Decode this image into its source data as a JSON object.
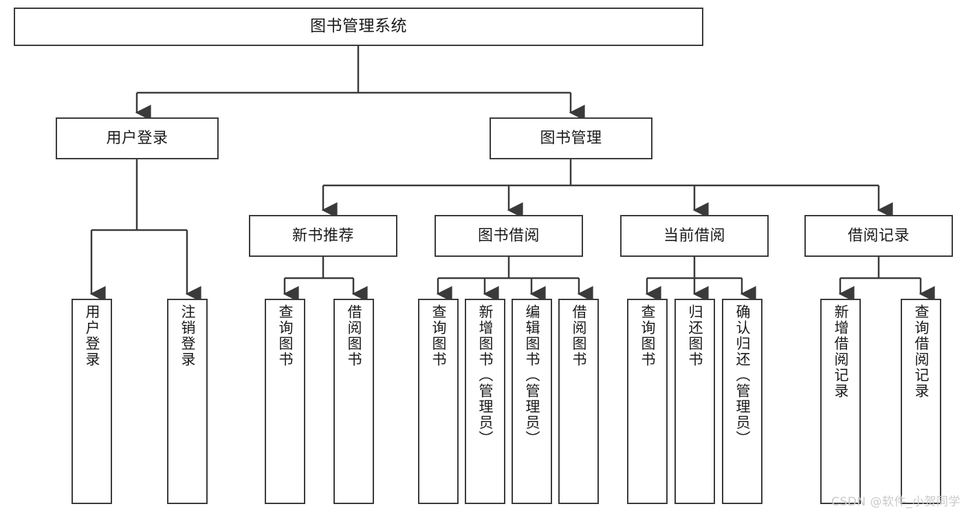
{
  "diagram": {
    "title": "图书管理系统",
    "type": "tree-hierarchy-chart",
    "stroke_color": "#3a3a3a",
    "text_color": "#1a1a1a",
    "background_color": "#ffffff",
    "watermark": "CSDN @软件_小贺同学"
  },
  "nodes": {
    "root": {
      "label": "图书管理系统"
    },
    "level2": [
      {
        "label": "用户登录"
      },
      {
        "label": "图书管理"
      }
    ],
    "level3": [
      {
        "label": "新书推荐"
      },
      {
        "label": "图书借阅"
      },
      {
        "label": "当前借阅"
      },
      {
        "label": "借阅记录"
      }
    ],
    "leaves_user_login": [
      {
        "label": "用户登录"
      },
      {
        "label": "注销登录"
      }
    ],
    "leaves_new_book": [
      {
        "label": "查询图书"
      },
      {
        "label": "借阅图书"
      }
    ],
    "leaves_borrow": [
      {
        "label": "查询图书"
      },
      {
        "label": "新增图书（管理员）"
      },
      {
        "label": "编辑图书（管理员）"
      },
      {
        "label": "借阅图书"
      }
    ],
    "leaves_current": [
      {
        "label": "查询图书"
      },
      {
        "label": "归还图书"
      },
      {
        "label": "确认归还（管理员）"
      }
    ],
    "leaves_records": [
      {
        "label": "新增借阅记录"
      },
      {
        "label": "查询借阅记录"
      }
    ]
  }
}
